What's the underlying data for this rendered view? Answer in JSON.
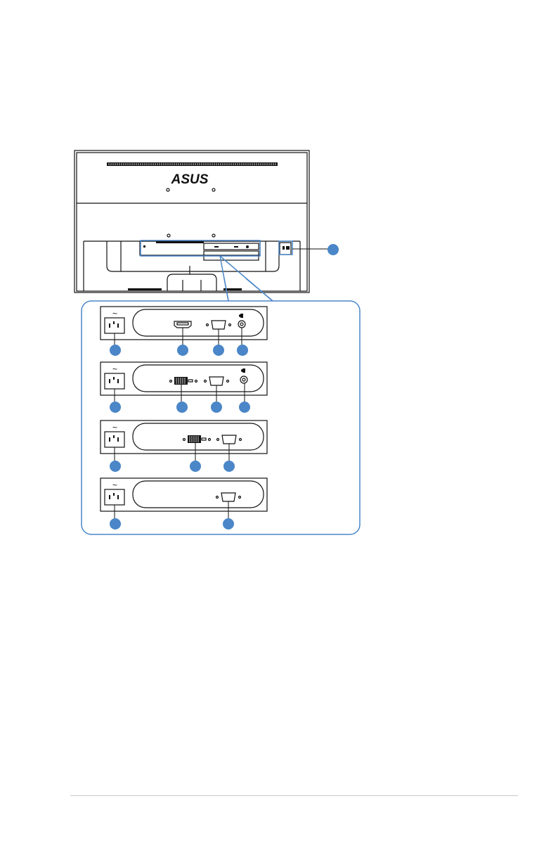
{
  "monitor": {
    "brand_logo": "ASUS"
  },
  "callout_colors": {
    "circle_fill": "#4a86c8",
    "callout_stroke": "#4a86c8",
    "panel_stroke": "#222222"
  },
  "port_panels": [
    {
      "name": "panel-hdmi-vga-audio",
      "ports": [
        "power-ac-in",
        "hdmi-port",
        "vga-port",
        "audio-jack"
      ]
    },
    {
      "name": "panel-dvi-vga-audio",
      "ports": [
        "power-ac-in",
        "dvi-port",
        "vga-port",
        "audio-jack"
      ]
    },
    {
      "name": "panel-dvi-vga",
      "ports": [
        "power-ac-in",
        "dvi-port",
        "vga-port"
      ]
    },
    {
      "name": "panel-vga",
      "ports": [
        "power-ac-in",
        "vga-port"
      ]
    }
  ],
  "icons": {
    "ac_symbol": "~"
  }
}
